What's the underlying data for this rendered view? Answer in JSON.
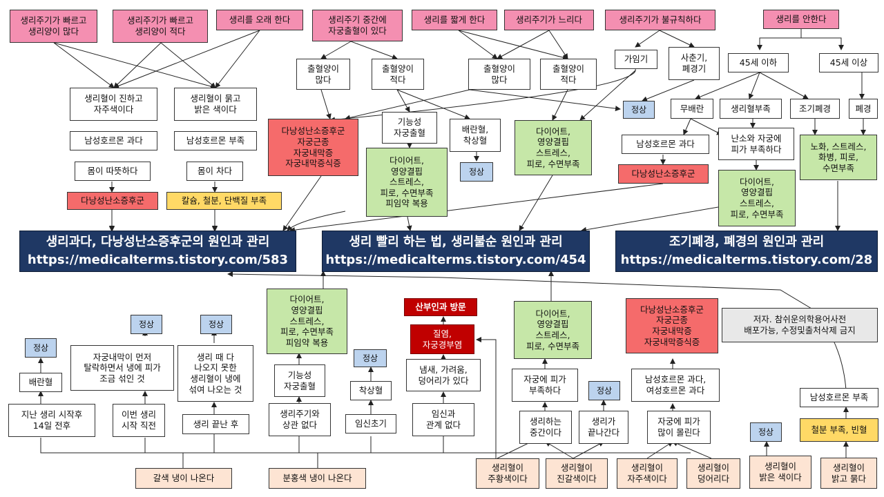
{
  "nodes": {
    "p1": "생리주기가 빠르고\n생리양이 많다",
    "p2": "생리주기가  빠르고\n생리양이 적다",
    "p3": "생리를 오래 한다",
    "p4": "생리주기 중간에\n자궁출혈이 있다",
    "p5": "생리를 짧게 한다",
    "p6": "생리주기가 느리다",
    "p7": "생리주기가 불규칙하다",
    "p8": "생리를 안한다",
    "w_dark": "생리혈이 진하고\n자주색이다",
    "w_light": "생리혈이 묽고\n밝은 색이다",
    "w_mexcess": "남성호르몬 과다",
    "w_mdef": "남성호르몬 부족",
    "w_warm": "몸이 따뜻하다",
    "w_cold": "몸이 차다",
    "r_pcos1": "다낭성난소증후군",
    "y_calc": "칼슘, 철분, 단백질 부족",
    "w_bl1": "출혈양이\n많다",
    "w_bs1": "출혈양이\n적다",
    "r_mid": "다낭성난소증후군\n자궁근종\n자궁내막증\n자궁내막증식증",
    "w_func1": "기능성\n자궁출혈",
    "w_ovu1": "배란혈,\n착상혈",
    "b_norm1": "정상",
    "g_diet1": "다이어트,\n영양결핍\n스트레스,\n피로, 수면부족\n피임약 복용",
    "w_bl2": "출혈양이\n많다",
    "w_bs2": "출혈양이\n적다",
    "g_diet2": "다이어트,\n영양결핍\n스트레스,\n피로, 수면부족",
    "w_preg": "가임기",
    "w_puberty": "사춘기,\n폐경기",
    "b_norm2": "정상",
    "w_45u": "45세 이하",
    "w_45o": "45세 이상",
    "w_anov": "무배란",
    "w_bloodlack": "생리혈부족",
    "w_early": "조기폐경",
    "w_meno": "폐경",
    "w_mexcess2": "남성호르몬 과다",
    "w_ovary": "난소와 자궁에\n피가 부족하다",
    "g_aging": "노화, 스트레스,\n화병, 피로,\n수면부족",
    "r_pcos2": "다낭성난소증후군",
    "g_diet3": "다이어트,\n영양결핍\n스트레스,\n피로, 수면부족",
    "n_main1": "생리과다, 다낭성난소증후군의 원인과 관리\nhttps://medicalterms.tistory.com/583",
    "n_main2": "생리 빨리 하는 법, 생리불순 원인과 관리\nhttps://medicalterms.tistory.com/454",
    "n_main3": "조기폐경, 폐경의 원인과 관리\nhttps://medicalterms.tistory.com/28",
    "b_norm3": "정상",
    "w_ovuB": "배란혈",
    "w_14days": "지난 생리 시작후\n14일 전후",
    "b_norm4": "정상",
    "w_endo": "자궁내막이 먼저\n탈락하면서 냉에 피가\n조금 섞인 것",
    "w_before": "이번 생리\n시작 직전",
    "b_norm5": "정상",
    "w_remain": "생리 때 다\n나오지 못한\n생리혈이 냉에\n섞여 나오는 것",
    "w_after": "생리 끝난 후",
    "g_diet4": "다이어트,\n영양결핍\n스트레스,\n피로, 수면부족\n피임약 복용",
    "w_func2": "기능성\n자궁출혈",
    "w_unrel": "생리주기와\n상관 없다",
    "b_norm6": "정상",
    "w_implant": "착상혈",
    "w_earlypreg": "임신초기",
    "dr_visit": "산부인과 방문",
    "dr_disease": "질염,\n자궁경부염",
    "w_smell": "냄새, 가려움,\n덩어리가 있다",
    "w_notpreg": "임신과\n관계 없다",
    "g_diet5": "다이어트,\n영양결핍\n스트레스,\n피로, 수면부족",
    "w_lackblood": "자궁에 피가\n부족하다",
    "w_midcycle": "생리하는\n중간이다",
    "b_norm7": "정상",
    "w_ending": "생리가\n끝나간다",
    "r_pcos3": "다낭성난소증후군\n자궁근종\n자궁내막증\n자궁내막증식증",
    "w_hormone": "남성호르몬 과다,\n여성호르몬 과다",
    "w_muchblood": "자궁에 피가\n많이 몰린다",
    "gr_copy": "저자. 참쉬운의학용어사전\n배포가능, 수정및출처삭제 금지",
    "w_mdef2": "남성호르몬 부족",
    "b_norm8": "정상",
    "y_iron": "철분 부족, 빈혈",
    "pe_brown": "갈색 냉이 나온다",
    "pe_pink": "분홍색 냉이 나온다",
    "pe_orange": "생리혈이\n주황색이다",
    "pe_darkbrown": "생리혈이\n진갈색이다",
    "pe_purple": "생리혈이\n자주색이다",
    "pe_clot": "생리혈이\n덩어리다",
    "pe_bright": "생리혈이\n밝은 색이다",
    "pe_brightthin": "생리혈이\n밝고 묽다"
  }
}
